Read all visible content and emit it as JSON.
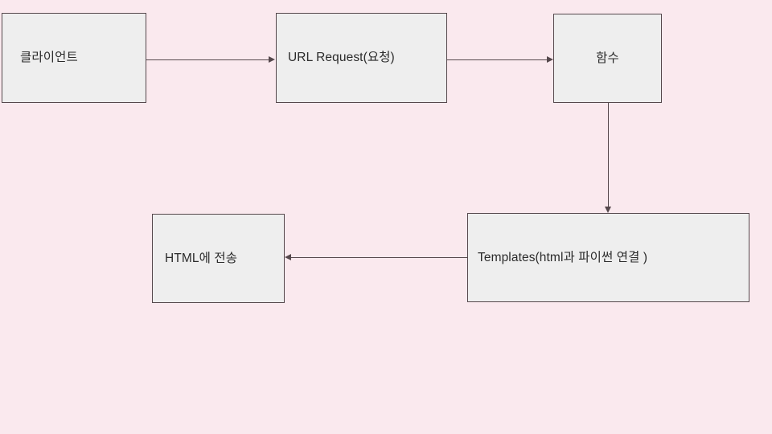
{
  "diagram": {
    "title": "Django request flow diagram",
    "background_color": "#fae9ee",
    "node_fill_color": "#eeeeee",
    "node_border_color": "#55484c",
    "text_color": "#2b2b2b",
    "nodes": [
      {
        "id": "client",
        "label": "클라이언트"
      },
      {
        "id": "url",
        "label": "URL Request(요청)"
      },
      {
        "id": "func",
        "label": "함수"
      },
      {
        "id": "templates",
        "label": "Templates(html과 파이썬 연결 )"
      },
      {
        "id": "html",
        "label": "HTML에 전송"
      }
    ],
    "edges": [
      {
        "id": "client-url",
        "from": "client",
        "to": "url",
        "direction": "right",
        "label": ""
      },
      {
        "id": "url-func",
        "from": "url",
        "to": "func",
        "direction": "right",
        "label": ""
      },
      {
        "id": "func-templates",
        "from": "func",
        "to": "templates",
        "direction": "down",
        "label": ""
      },
      {
        "id": "templates-html",
        "from": "templates",
        "to": "html",
        "direction": "left",
        "label": ""
      }
    ]
  }
}
